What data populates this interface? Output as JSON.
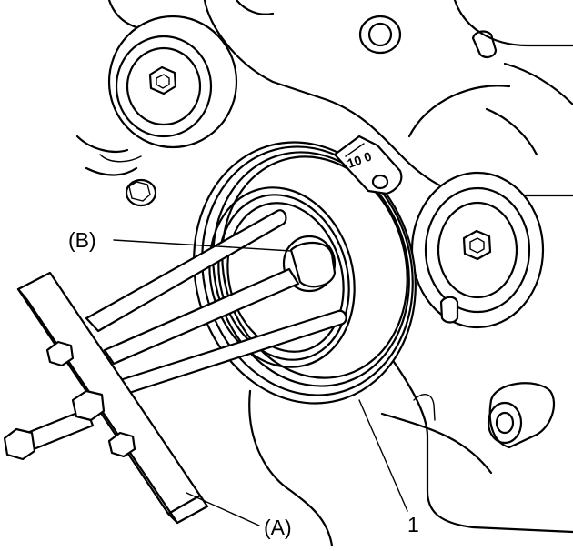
{
  "labels": {
    "special_tool_b": "(B)",
    "special_tool_a": "(A)",
    "part_1": "1"
  },
  "timing_mark_text": "10 0"
}
